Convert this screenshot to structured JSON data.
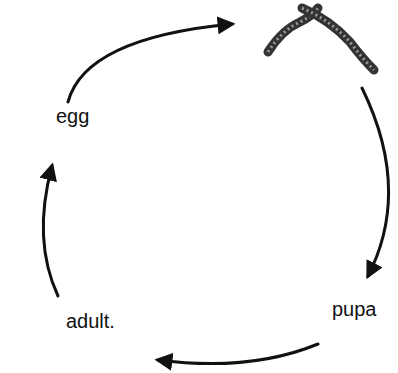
{
  "diagram": {
    "labels": [
      "egg",
      "pupa",
      "adult."
    ]
  }
}
